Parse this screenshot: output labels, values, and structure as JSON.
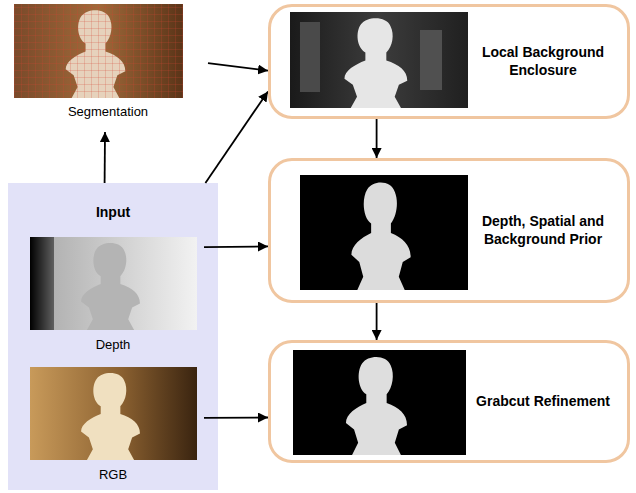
{
  "diagram": {
    "nodes": [
      {
        "text": [
          "Segmentation"
        ]
      },
      {
        "text": [
          "Local Background Enclosure"
        ]
      },
      {
        "text": [
          "Input"
        ]
      },
      {
        "text": [
          "Depth"
        ],
        "in": 2
      },
      {
        "text": [
          "RGB"
        ],
        "in": 2
      },
      {
        "text": [
          "Depth, Spatial and Background Prior"
        ]
      },
      {
        "text": [
          "Grabcut Refinement"
        ]
      }
    ],
    "edges": [
      {
        "from": 2,
        "to": 0,
        "arrow": "to"
      },
      {
        "from": 0,
        "to": 1,
        "arrow": "to"
      },
      {
        "from": 2,
        "to": 1,
        "arrow": "to"
      },
      {
        "from": 1,
        "to": 5,
        "arrow": "to"
      },
      {
        "from": 3,
        "to": 5,
        "arrow": "to"
      },
      {
        "from": 5,
        "to": 6,
        "arrow": "to"
      },
      {
        "from": 4,
        "to": 6,
        "arrow": "to"
      }
    ]
  }
}
